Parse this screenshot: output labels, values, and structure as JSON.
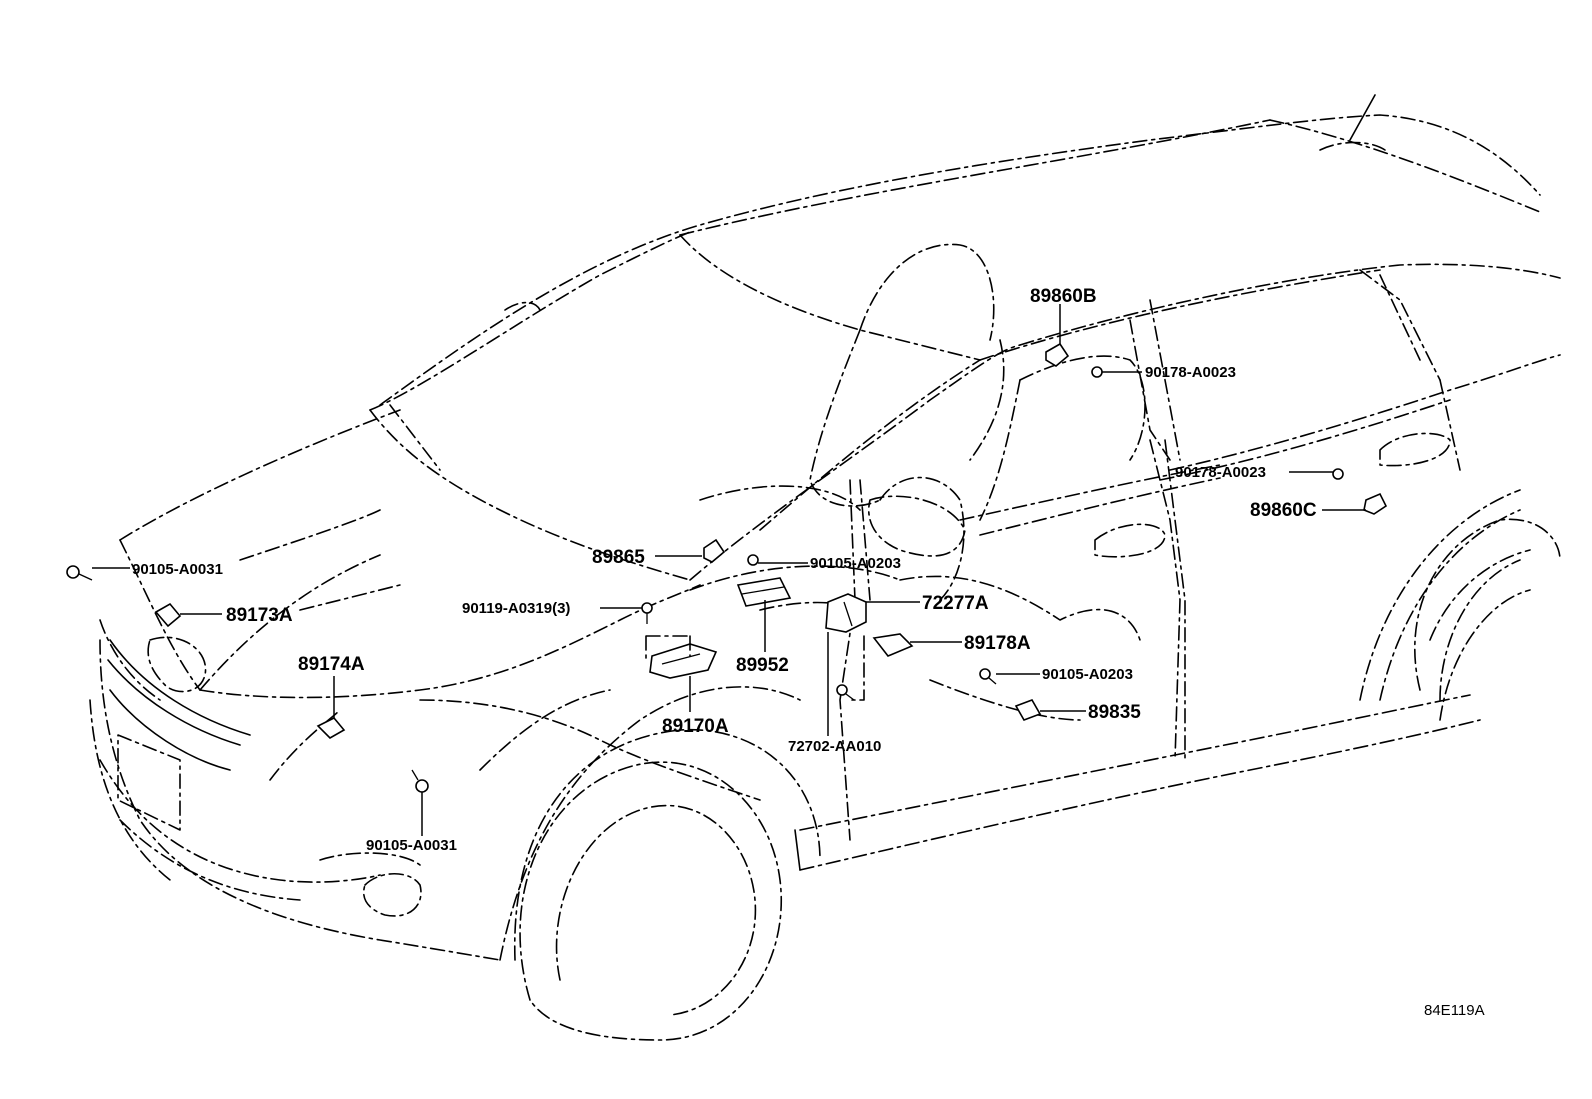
{
  "diagram_code": "84E119A",
  "labels": {
    "p89860B": "89860B",
    "p90178_A0023_top": "90178-A0023",
    "p90178_A0023_right": "90178-A0023",
    "p89860C": "89860C",
    "p89865": "89865",
    "p90105_A0203_top": "90105-A0203",
    "p90105_A0031_left": "90105-A0031",
    "p89173A": "89173A",
    "p72277A": "72277A",
    "p90119_A0319": "90119-A0319(3)",
    "p89178A": "89178A",
    "p89952": "89952",
    "p89174A": "89174A",
    "p90105_A0203_bottom": "90105-A0203",
    "p89835": "89835",
    "p89170A": "89170A",
    "p72702_AA010": "72702-AA010",
    "p90105_A0031_bottom": "90105-A0031"
  }
}
